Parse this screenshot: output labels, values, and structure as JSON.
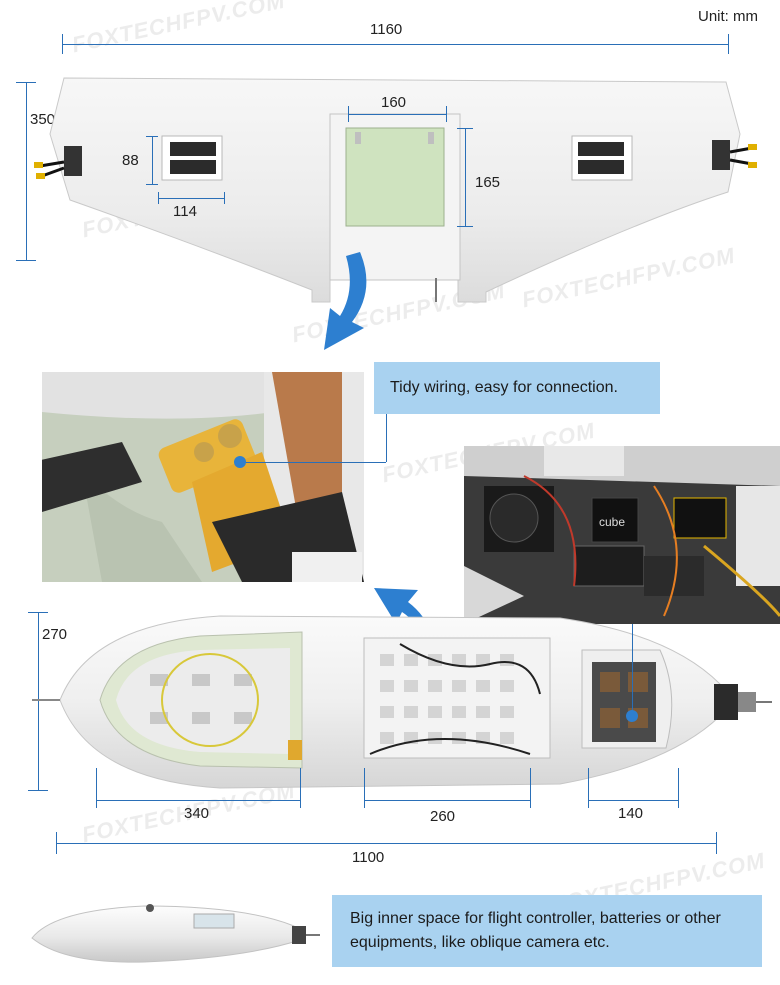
{
  "unit_label": "Unit: mm",
  "watermark": "FOXTECHFPV.COM",
  "wing": {
    "span": "1160",
    "chord": "350",
    "hatch_width": "160",
    "hatch_height": "165",
    "servo_height": "88",
    "servo_width": "114"
  },
  "fuselage": {
    "height": "270",
    "front_bay": "340",
    "middle_bay": "260",
    "rear_bay": "140",
    "length": "1100"
  },
  "callouts": {
    "wiring": "Tidy wiring, easy for connection.",
    "space": "Big inner space for flight controller, batteries or other equipments, like oblique camera etc."
  },
  "photo_text": {
    "cube_label": "cube"
  }
}
